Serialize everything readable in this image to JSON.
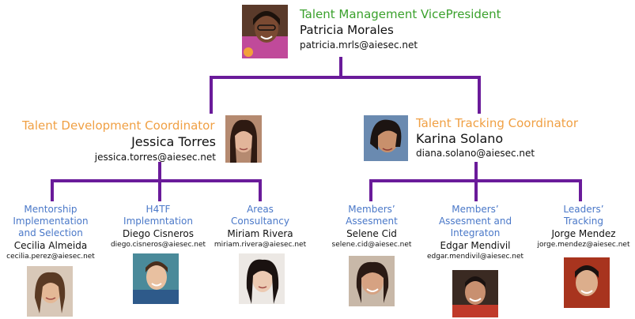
{
  "colors": {
    "connector": "#6a1b9a",
    "vp_role": "#3aa12c",
    "coordinator_role": "#f0a044",
    "member_role": "#4a78c8"
  },
  "vp": {
    "role": "Talent Management VicePresident",
    "name": "Patricia Morales",
    "email": "patricia.mrls@aiesec.net"
  },
  "coordinators": [
    {
      "role": "Talent Development Coordinator",
      "name": "Jessica Torres",
      "email": "jessica.torres@aiesec.net"
    },
    {
      "role": "Talent Tracking Coordinator",
      "name": "Karina Solano",
      "email": "diana.solano@aiesec.net"
    }
  ],
  "members": [
    {
      "role_lines": [
        "Mentorship",
        "Implementation",
        "and Selection"
      ],
      "name": "Cecilia Almeida",
      "email": "cecilia.perez@aiesec.net"
    },
    {
      "role_lines": [
        "H4TF",
        "Implemntation"
      ],
      "name": "Diego Cisneros",
      "email": "diego.cisneros@aiesec.net"
    },
    {
      "role_lines": [
        "Areas",
        "Consultancy"
      ],
      "name": "Miriam Rivera",
      "email": "miriam.rivera@aiesec.net"
    },
    {
      "role_lines": [
        "Members’",
        "Assesment"
      ],
      "name": "Selene Cid",
      "email": "selene.cid@aiesec.net"
    },
    {
      "role_lines": [
        "Members’",
        "Assesment and",
        "Integraton"
      ],
      "name": "Edgar Mendivil",
      "email": "edgar.mendivil@aiesec.net"
    },
    {
      "role_lines": [
        "Leaders’",
        "Tracking"
      ],
      "name": "Jorge Mendez",
      "email": "jorge.mendez@aiesec.net"
    }
  ]
}
